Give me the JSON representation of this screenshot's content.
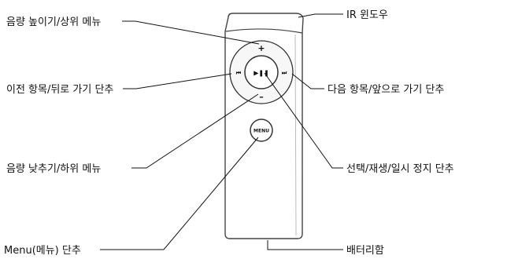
{
  "labels": {
    "volume_up": "음량 높이기/상위 메뉴",
    "ir_window": "IR 윈도우",
    "previous": "이전 항목/뒤로 가기 단추",
    "next": "다음 항목/앞으로 가기 단추",
    "volume_down": "음량 낮추기/하위 메뉴",
    "play_pause": "선택/재생/일시 정지 단추",
    "menu_button": "Menu(메뉴) 단추",
    "battery": "배터리함"
  },
  "buttons": {
    "plus": "+",
    "minus": "–",
    "previous": "⏮",
    "next": "⏭",
    "play_pause": "▶❚❚",
    "menu": "MENU"
  },
  "colors": {
    "line": "#111111",
    "remote_outline": "#444444",
    "remote_fill": "#ffffff",
    "ring_fill": "#f7f7f7"
  }
}
